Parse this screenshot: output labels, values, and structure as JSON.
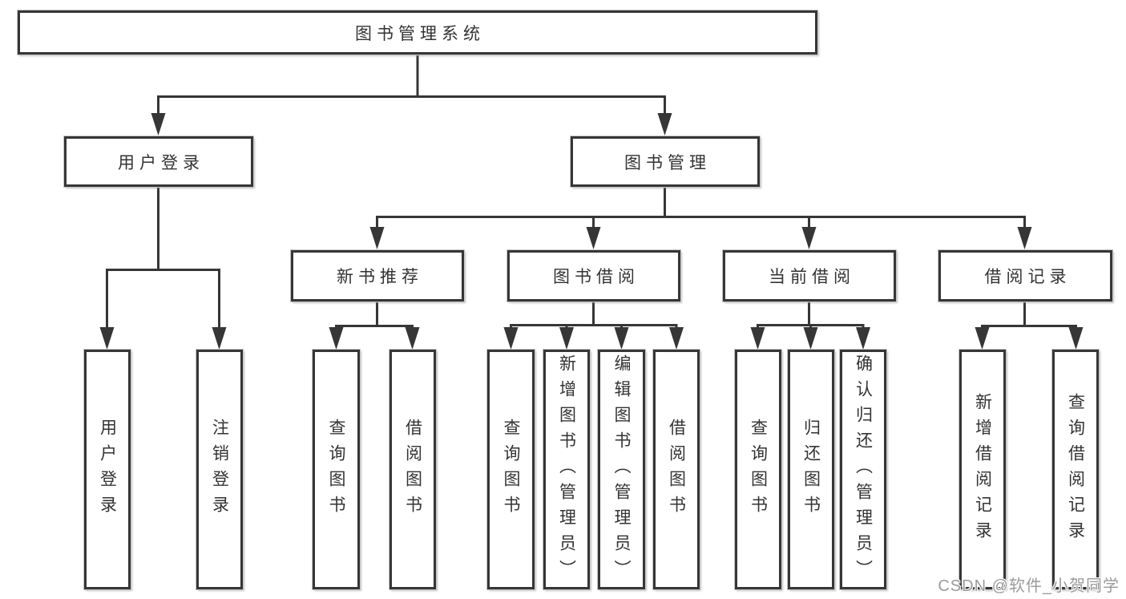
{
  "diagram": {
    "title": "图书管理系统",
    "watermark": "CSDN @软件_小贺同学",
    "colors": {
      "line": "#363636",
      "border": "#363636",
      "text": "#333333",
      "watermark_text": "#9b9b9b",
      "background": "#ffffff"
    },
    "root": {
      "label": "图书管理系统"
    },
    "branches": [
      {
        "label": "用户登录",
        "children": [
          {
            "label": "用户登录"
          },
          {
            "label": "注销登录"
          }
        ]
      },
      {
        "label": "图书管理",
        "children": [
          {
            "label": "新书推荐",
            "children": [
              {
                "label": "查询图书"
              },
              {
                "label": "借阅图书"
              }
            ]
          },
          {
            "label": "图书借阅",
            "children": [
              {
                "label": "查询图书"
              },
              {
                "label": "新增图书（管理员）"
              },
              {
                "label": "编辑图书（管理员）"
              },
              {
                "label": "借阅图书"
              }
            ]
          },
          {
            "label": "当前借阅",
            "children": [
              {
                "label": "查询图书"
              },
              {
                "label": "归还图书"
              },
              {
                "label": "确认归还（管理员）"
              }
            ]
          },
          {
            "label": "借阅记录",
            "children": [
              {
                "label": "新增借阅记录"
              },
              {
                "label": "查询借阅记录"
              }
            ]
          }
        ]
      }
    ]
  }
}
